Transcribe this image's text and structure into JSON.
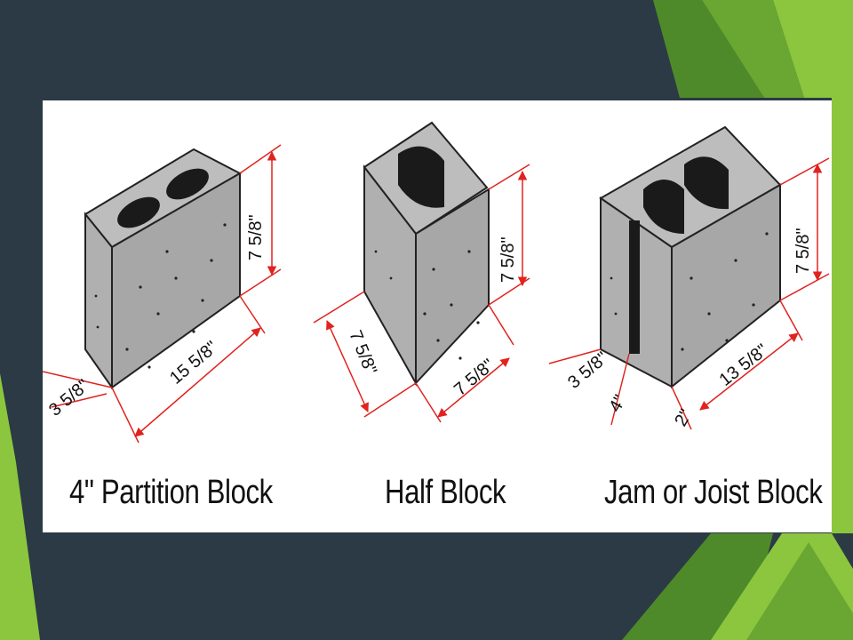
{
  "colors": {
    "background": "#2b3a44",
    "green_dark": "#4e8a2a",
    "green_mid": "#6aa632",
    "green_light": "#8cc63e",
    "block_fill": "#a7a7a7",
    "block_top": "#bdbdbd",
    "dimension_line": "#e0231f"
  },
  "blocks": [
    {
      "caption": "4\" Partition Block",
      "dims": {
        "width": "3 5/8\"",
        "length": "15 5/8\"",
        "height": "7 5/8\""
      }
    },
    {
      "caption": "Half Block",
      "dims": {
        "width": "7 5/8\"",
        "length": "7 5/8\"",
        "height": "7 5/8\""
      }
    },
    {
      "caption": "Jam or Joist Block",
      "dims": {
        "width": "3 5/8\"",
        "slot": "4\"",
        "offset": "2\"",
        "length": "13 5/8\"",
        "height": "7 5/8\""
      }
    }
  ]
}
